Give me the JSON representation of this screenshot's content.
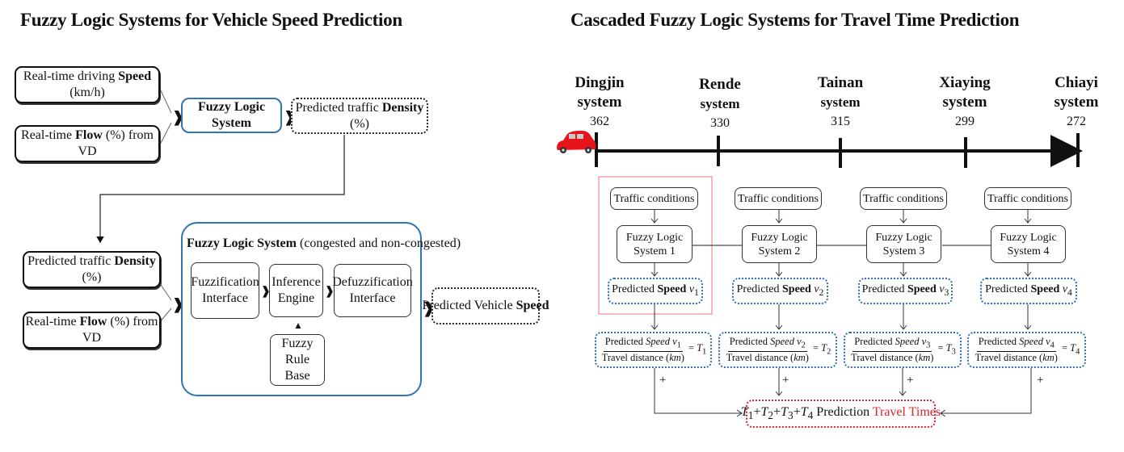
{
  "left_panel": {
    "title": "Fuzzy Logic Systems for Vehicle Speed Prediction",
    "stage1": {
      "input_speed": {
        "pre": "Real-time  driving ",
        "bold": "Speed",
        "post": " (km/h)"
      },
      "input_flow": {
        "pre": "Real-time ",
        "bold": "Flow",
        "post": " (%) from VD"
      },
      "fls": "Fuzzy Logic System",
      "output_density": {
        "pre": "Predicted traffic ",
        "bold": "Density",
        "post": " (%)"
      }
    },
    "stage2": {
      "input_density": {
        "pre": "Predicted traffic ",
        "bold": "Density",
        "post": " (%)"
      },
      "input_flow": {
        "pre": "Real-time ",
        "bold": "Flow",
        "post": " (%) from VD"
      },
      "fls_title": {
        "bold": "Fuzzy Logic System",
        "post": " (congested and non-congested)"
      },
      "fuzzification": [
        "Fuzzification",
        "Interface"
      ],
      "inference": [
        "Inference",
        "Engine"
      ],
      "defuzzification": [
        "Defuzzification",
        "Interface"
      ],
      "rule_base": [
        "Fuzzy Rule",
        "Base"
      ],
      "output_speed": {
        "pre": "Predicted Vehicle  ",
        "bold": "Speed"
      }
    },
    "connector_glyph": "❱"
  },
  "right_panel": {
    "title": "Cascaded Fuzzy Logic Systems for Travel Time Prediction",
    "stations": [
      {
        "name": "Dingjin",
        "sub": "system",
        "km": "362"
      },
      {
        "name": "Rende",
        "sub": "system",
        "km": "330"
      },
      {
        "name": "Tainan",
        "sub": "system",
        "km": "315"
      },
      {
        "name": "Xiaying",
        "sub": "system",
        "km": "299"
      },
      {
        "name": "Chiayi",
        "sub": "system",
        "km": "272"
      }
    ],
    "vehicle_icon": "car-icon",
    "modules": [
      {
        "traffic": "Traffic conditions",
        "fls": [
          "Fuzzy Logic",
          "System 1"
        ],
        "speed_pre": "Predicted ",
        "speed_bold": "Speed",
        "v": "v",
        "sub": "1",
        "num_pre": "Predicted ",
        "num_it": "Speed",
        "den": "Travel distance (",
        "den_it": "km",
        "den_post": ")",
        "T": "T",
        "plus": "+"
      },
      {
        "traffic": "Traffic conditions",
        "fls": [
          "Fuzzy Logic",
          "System 2"
        ],
        "speed_pre": "Predicted ",
        "speed_bold": "Speed",
        "v": "v",
        "sub": "2",
        "num_pre": "Predicted ",
        "num_it": "Speed",
        "den": "Travel distance (",
        "den_it": "km",
        "den_post": ")",
        "T": "T",
        "plus": "+"
      },
      {
        "traffic": "Traffic conditions",
        "fls": [
          "Fuzzy Logic",
          "System 3"
        ],
        "speed_pre": "Predicted ",
        "speed_bold": "Speed",
        "v": "v",
        "sub": "3",
        "num_pre": "Predicted ",
        "num_it": "Speed",
        "den": "Travel distance (",
        "den_it": "km",
        "den_post": ")",
        "T": "T",
        "plus": "+"
      },
      {
        "traffic": "Traffic conditions",
        "fls": [
          "Fuzzy Logic",
          "System 4"
        ],
        "speed_pre": "Predicted ",
        "speed_bold": "Speed",
        "v": "v",
        "sub": "4",
        "num_pre": "Predicted ",
        "num_it": "Speed",
        "den": "Travel distance (",
        "den_it": "km",
        "den_post": ")",
        "T": "T",
        "plus": "+"
      }
    ],
    "result": {
      "formula": [
        "T",
        "1",
        "+",
        "T",
        "2",
        "+",
        "T",
        "3",
        "+",
        "T",
        "4"
      ],
      "text": " Prediction ",
      "highlight": "Travel Times"
    },
    "colors": {
      "highlight_box": "#f3a3a6",
      "accent_red": "#d9232b",
      "dotted_blue": "#2e6db5",
      "fls_blue": "#2e75b6",
      "car": "#e8141b"
    }
  }
}
